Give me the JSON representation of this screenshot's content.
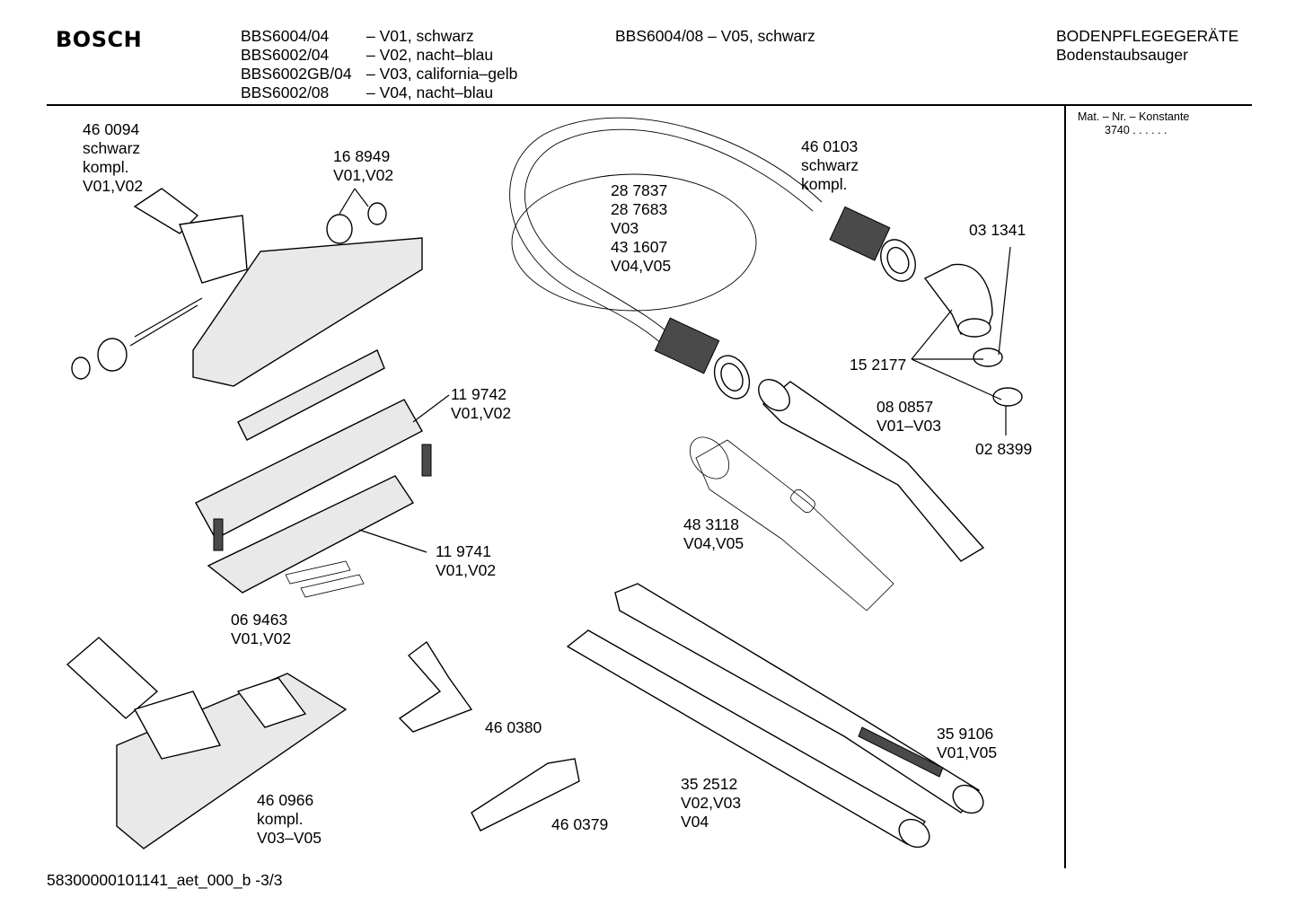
{
  "header": {
    "brand": "BOSCH",
    "models": [
      "BBS6004/04",
      "BBS6002/04",
      "BBS6002GB/04",
      "BBS6002/08"
    ],
    "variants": [
      "– V01, schwarz",
      "– V02, nacht–blau",
      "– V03, california–gelb",
      "– V04, nacht–blau"
    ],
    "extra_model": "BBS6004/08 – V05, schwarz",
    "category": "BODENPFLEGEGERÄTE",
    "subcategory": "Bodenstaubsauger"
  },
  "sidebar": {
    "title": "Mat. – Nr. – Konstante",
    "index": "3740 . . . . . ."
  },
  "parts": {
    "p460094": [
      "46 0094",
      "schwarz",
      "kompl.",
      "V01,V02"
    ],
    "p168949": [
      "16 8949",
      "V01,V02"
    ],
    "p287837": [
      "28 7837",
      "28 7683",
      "V03",
      "43 1607",
      "V04,V05"
    ],
    "p460103": [
      "46 0103",
      "schwarz",
      "kompl."
    ],
    "p031341": [
      "03 1341"
    ],
    "p152177": [
      "15 2177"
    ],
    "p080857": [
      "08 0857",
      "V01–V03"
    ],
    "p028399": [
      "02 8399"
    ],
    "p119742": [
      "11 9742",
      "V01,V02"
    ],
    "p119741": [
      "11 9741",
      "V01,V02"
    ],
    "p483118": [
      "48 3118",
      "V04,V05"
    ],
    "p069463": [
      "06 9463",
      "V01,V02"
    ],
    "p460380": [
      "46 0380"
    ],
    "p359106": [
      "35 9106",
      "V01,V05"
    ],
    "p352512": [
      "35 2512",
      "V02,V03",
      "V04"
    ],
    "p460966": [
      "46 0966",
      "kompl.",
      "V03–V05"
    ],
    "p460379": [
      "46 0379"
    ]
  },
  "footer": {
    "doc_id": "58300000101141_aet_000_b  -3/3"
  }
}
